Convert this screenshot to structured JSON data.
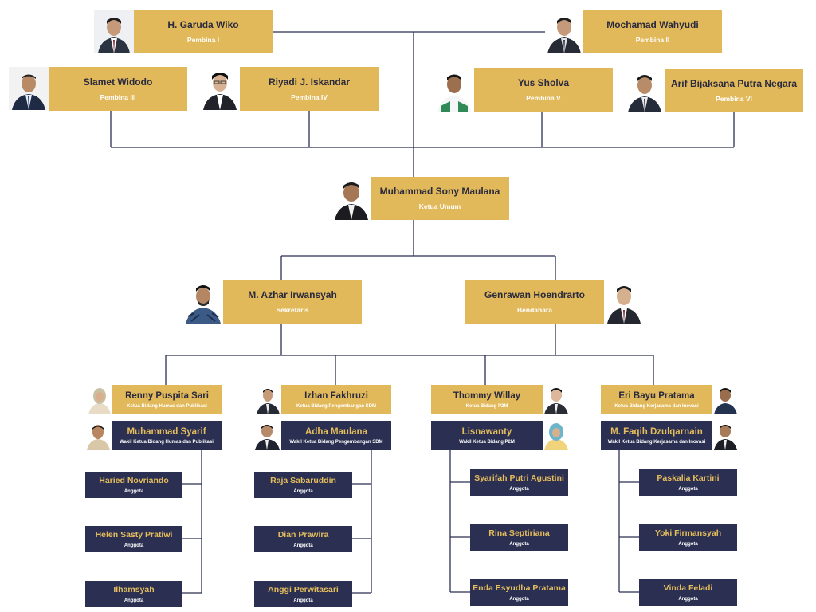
{
  "pembina": [
    {
      "name": "H. Garuda Wiko",
      "role": "Pembina I"
    },
    {
      "name": "Mochamad Wahyudi",
      "role": "Pembina II"
    },
    {
      "name": "Slamet Widodo",
      "role": "Pembina III"
    },
    {
      "name": "Riyadi J. Iskandar",
      "role": "Pembina IV"
    },
    {
      "name": "Yus Sholva",
      "role": "Pembina V"
    },
    {
      "name": "Arif Bijaksana Putra Negara",
      "role": "Pembina VI"
    }
  ],
  "ketua": {
    "name": "Muhammad Sony Maulana",
    "role": "Ketua Umum"
  },
  "sekretaris": {
    "name": "M. Azhar Irwansyah",
    "role": "Sekretaris"
  },
  "bendahara": {
    "name": "Genrawan Hoendrarto",
    "role": "Bendahara"
  },
  "bidang": [
    {
      "ketua": {
        "name": "Renny Puspita Sari",
        "role": "Ketua Bidang Humas dan Publikasi"
      },
      "wakil": {
        "name": "Muhammad Syarif",
        "role": "Wakil Ketua Bidang Humas dan Publikasi"
      },
      "anggota": [
        {
          "name": "Haried Novriando",
          "role": "Anggota"
        },
        {
          "name": "Helen Sasty Pratiwi",
          "role": "Anggota"
        },
        {
          "name": "Ilhamsyah",
          "role": "Anggota"
        }
      ]
    },
    {
      "ketua": {
        "name": "Izhan Fakhruzi",
        "role": "Ketua Bidang Pengembangan SDM"
      },
      "wakil": {
        "name": "Adha Maulana",
        "role": "Wakil Ketua Bidang Pengembangan SDM"
      },
      "anggota": [
        {
          "name": "Raja Sabaruddin",
          "role": "Anggota"
        },
        {
          "name": "Dian Prawira",
          "role": "Anggota"
        },
        {
          "name": "Anggi Perwitasari",
          "role": "Anggota"
        }
      ]
    },
    {
      "ketua": {
        "name": "Thommy Willay",
        "role": "Ketua Bidang P2M"
      },
      "wakil": {
        "name": "Lisnawanty",
        "role": "Wakil Ketua Bidang P2M"
      },
      "anggota": [
        {
          "name": "Syarifah Putri Agustini",
          "role": "Anggota"
        },
        {
          "name": "Rina Septiriana",
          "role": "Anggota"
        },
        {
          "name": "Enda Esyudha Pratama",
          "role": "Anggota"
        }
      ]
    },
    {
      "ketua": {
        "name": "Eri Bayu Pratama",
        "role": "Ketua Bidang Kerjasama dan Inovasi"
      },
      "wakil": {
        "name": "M. Faqih Dzulqarnain",
        "role": "Wakil Ketua Bidang Kerjasama dan Inovasi"
      },
      "anggota": [
        {
          "name": "Paskalia Kartini",
          "role": "Anggota"
        },
        {
          "name": "Yoki Firmansyah",
          "role": "Anggota"
        },
        {
          "name": "Vinda Feladi",
          "role": "Anggota"
        }
      ]
    }
  ],
  "colors": {
    "gold": "#e2b95a",
    "navy": "#2b2f52",
    "line": "#2b2f52"
  }
}
